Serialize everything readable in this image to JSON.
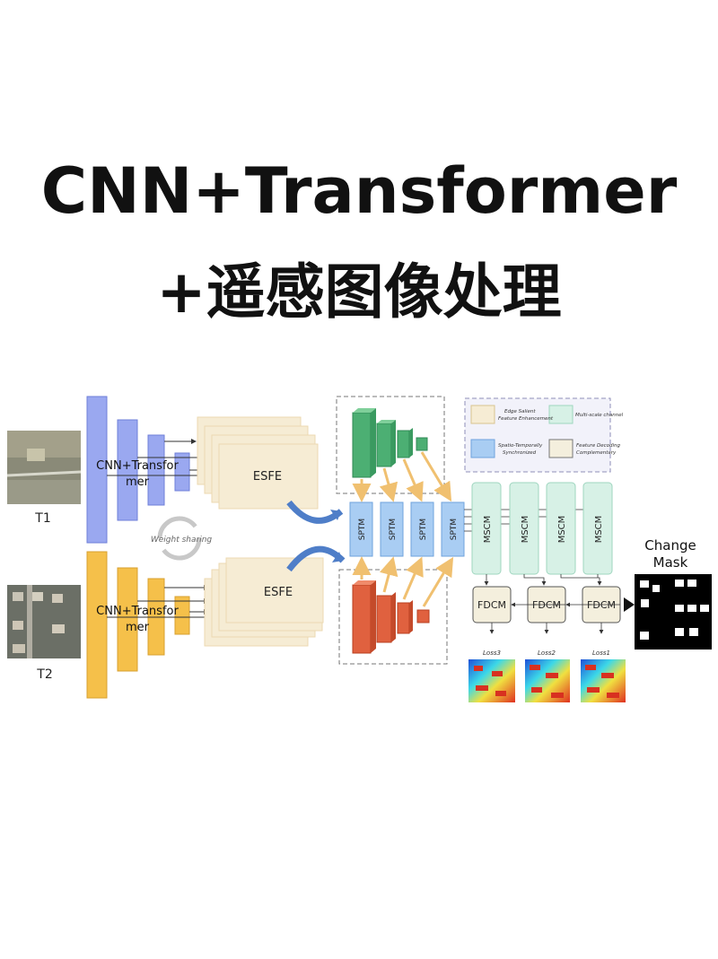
{
  "title_line1": "CNN+Transformer",
  "title_line2": "+遥感图像处理",
  "diagram": {
    "input_t1": "T1",
    "input_t2": "T2",
    "encoder_label_t1_line1": "CNN+Transfor",
    "encoder_label_t1_line2": "mer",
    "encoder_label_t2_line1": "CNN+Transfor",
    "encoder_label_t2_line2": "mer",
    "weight_sharing": "Weight sharing",
    "esfe": "ESFE",
    "sptm": "SPTM",
    "mscm": "MSCM",
    "fdcm": "FDCM",
    "output_line1": "Change",
    "output_line2": "Mask",
    "losses": [
      "Loss3",
      "Loss2",
      "Loss1"
    ],
    "legend": {
      "edge_line1": "Edge Salient",
      "edge_line2": "Feature Enhancement",
      "multi": "Multi-scale channel",
      "spatio_line1": "Spatio-Temporally",
      "spatio_line2": "Synchronized",
      "decoding_line1": "Feature Decoding",
      "decoding_line2": "Complementary"
    },
    "colors": {
      "encoder_t1": "#9aa8f0",
      "encoder_t2": "#f5c04a",
      "esfe": "#f6ecd4",
      "sptm": "#a9cdf3",
      "mscm": "#d7f1e6",
      "fdcm": "#f4efdd",
      "pyramid_green": "#4caf73",
      "pyramid_red": "#e0613f"
    }
  }
}
